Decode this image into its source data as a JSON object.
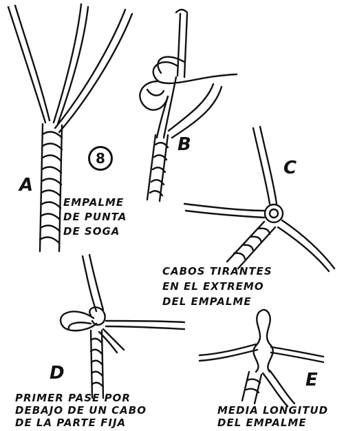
{
  "figure": {
    "number": "8",
    "panels": {
      "a": {
        "letter": "A",
        "caption": [
          "EMPALME",
          "DE PUNTA",
          "DE SOGA"
        ]
      },
      "b": {
        "letter": "B"
      },
      "c": {
        "letter": "C",
        "caption": [
          "CABOS TIRANTES",
          "EN EL EXTREMO",
          "DEL EMPALME"
        ]
      },
      "d": {
        "letter": "D",
        "caption": [
          "PRIMER PASE POR",
          "DEBAJO DE UN CABO",
          "DE LA PARTE FIJA"
        ]
      },
      "e": {
        "letter": "E",
        "caption": [
          "MEDIA LONGITUD",
          "DEL EMPALME"
        ]
      }
    }
  }
}
